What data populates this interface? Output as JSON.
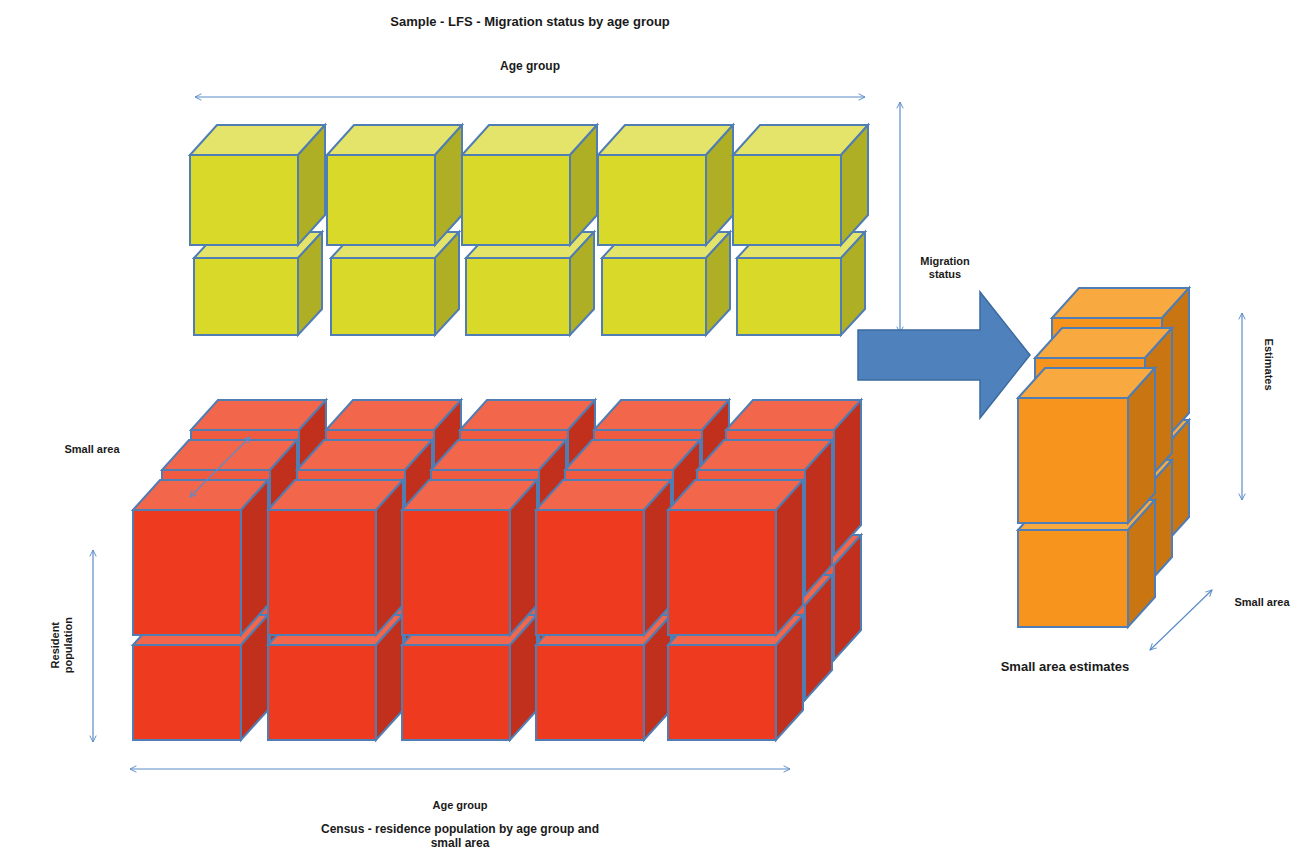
{
  "diagram": {
    "labels": [
      "Sample - LFS - Migration status by age group",
      "Age group",
      "Migration status",
      "Small area",
      "Resident population",
      "Age group",
      "Census - residence population by age group and small area",
      "Estimates",
      "Small area",
      "Small area estimates"
    ]
  }
}
